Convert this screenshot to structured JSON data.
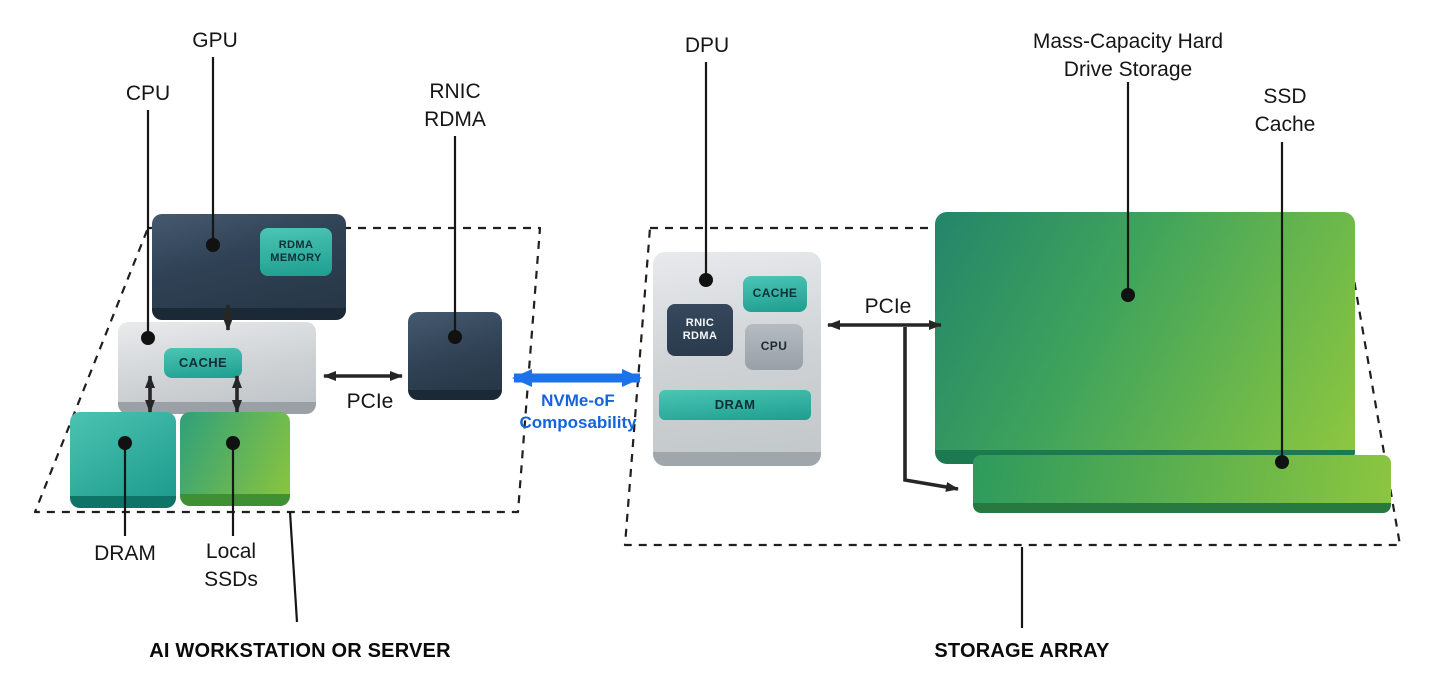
{
  "workstation": {
    "title": "AI WORKSTATION OR SERVER",
    "gpu_label": "GPU",
    "cpu_label": "CPU",
    "rnic_label": "RNIC\nRDMA",
    "dram_label": "DRAM",
    "local_ssds_label": "Local\nSSDs",
    "pcie_label": "PCIe",
    "gpu_chip": "RDMA\nMEMORY",
    "cpu_chip": "CACHE"
  },
  "interconnect": {
    "label": "NVMe-oF\nComposability"
  },
  "storage_array": {
    "title": "STORAGE ARRAY",
    "dpu_label": "DPU",
    "mass_storage_label": "Mass-Capacity Hard\nDrive Storage",
    "ssd_cache_label": "SSD\nCache",
    "pcie_label": "PCIe",
    "dpu_chips": {
      "rnic": "RNIC\nRDMA",
      "cache": "CACHE",
      "cpu": "CPU",
      "dram": "DRAM"
    }
  },
  "colors": {
    "teal_accent": "#2fb3a2",
    "navy": "#2e3f51",
    "green": "#8bc53f",
    "link_blue": "#1c72e8",
    "label_text": "#161616"
  }
}
